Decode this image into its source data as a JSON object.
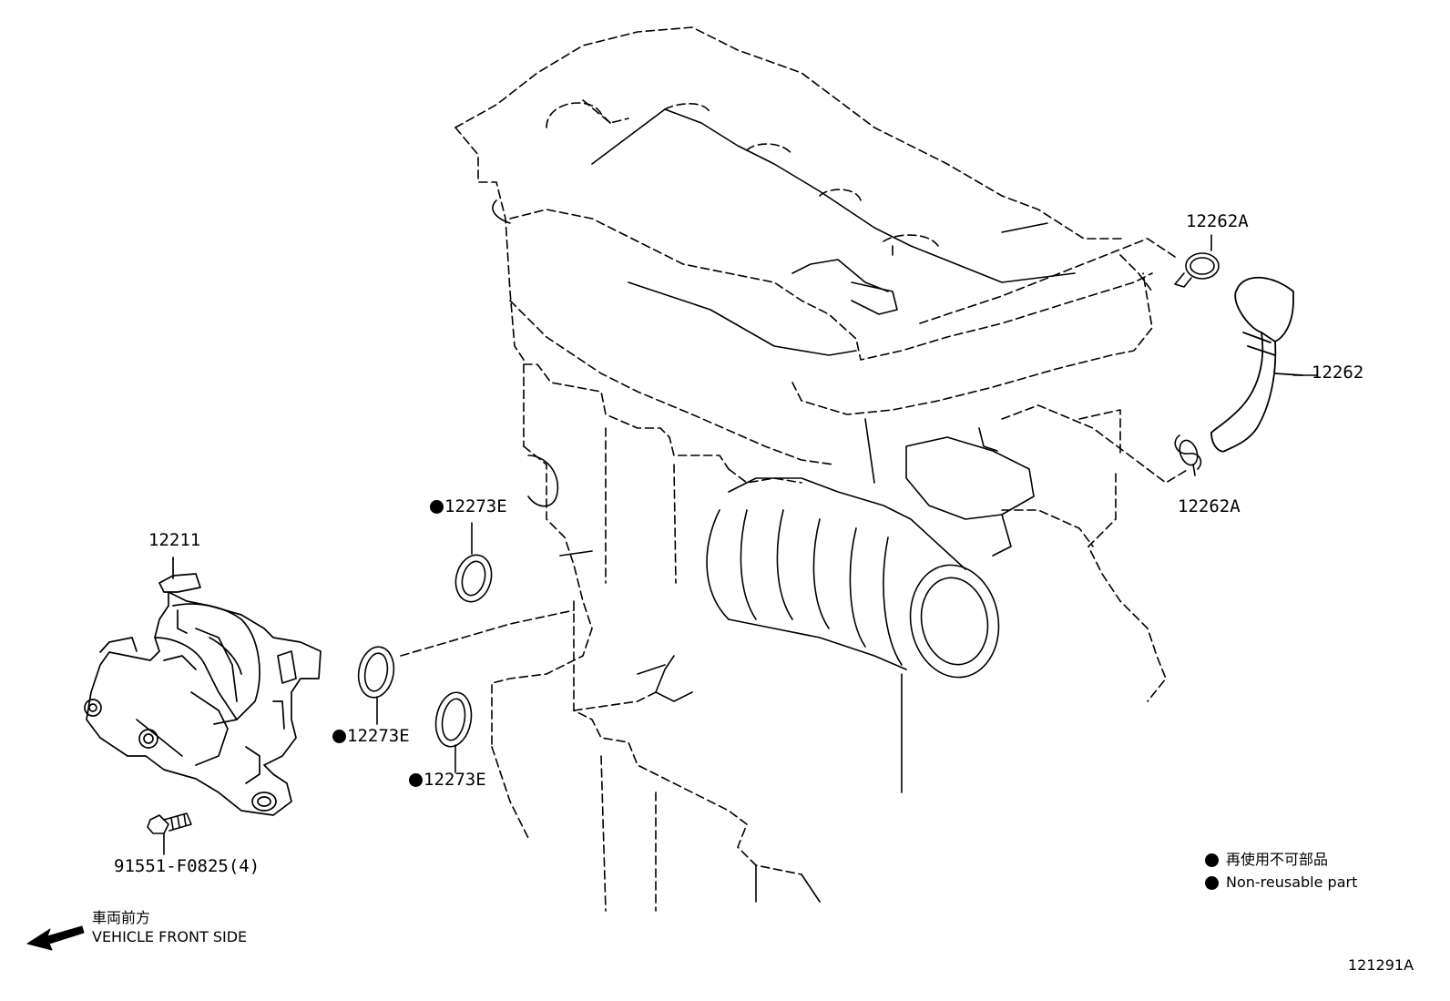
{
  "parts": {
    "p12262A_top": "12262A",
    "p12262": "12262",
    "p12262A_bottom": "12262A",
    "p12273E_top": "12273E",
    "p12273E_mid": "12273E",
    "p12273E_bottom": "12273E",
    "p12211": "12211",
    "p91551": "91551-F0825(4)"
  },
  "legend": {
    "jp": "再使用不可部品",
    "en": "Non-reusable part"
  },
  "direction": {
    "jp": "車両前方",
    "en": "VEHICLE FRONT SIDE"
  },
  "diagram_id": "121291A"
}
